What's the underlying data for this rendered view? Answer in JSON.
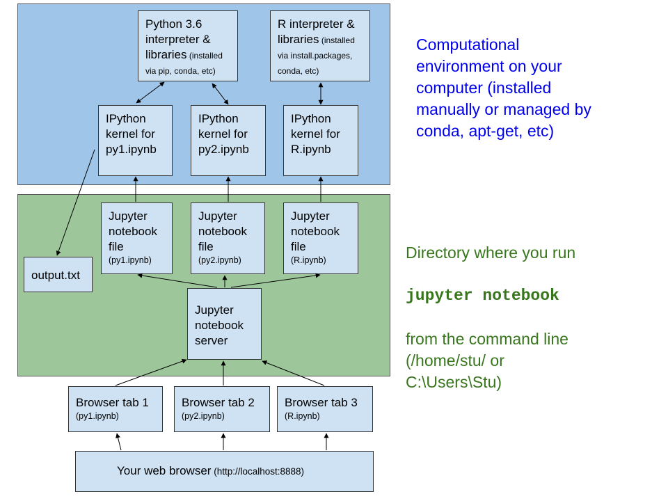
{
  "colors": {
    "env_region": "#9fc5e8",
    "dir_region": "#9dc79b",
    "box_fill": "#cfe2f3",
    "env_text": "#0000ee",
    "dir_text": "#38761d"
  },
  "env": {
    "python": {
      "line1": "Python 3.6",
      "line2": "interpreter &",
      "line3": "libraries",
      "note": " (installed via pip, conda, etc)"
    },
    "r": {
      "line1": "R interpreter &",
      "line2": "libraries",
      "note": " (installed via install.packages, conda, etc)"
    },
    "kernels": [
      {
        "label": "IPython\nkernel for\npy1.ipynb"
      },
      {
        "label": "IPython\nkernel for\npy2.ipynb"
      },
      {
        "label": "IPython\nkernel for\nR.ipynb"
      }
    ],
    "caption": "Computational\nenvironment on your\ncomputer (installed\nmanually or managed by\nconda, apt-get, etc)"
  },
  "dir": {
    "notebooks": [
      {
        "label": "Jupyter\nnotebook\nfile",
        "file": "(py1.ipynb)"
      },
      {
        "label": "Jupyter\nnotebook\nfile",
        "file": "(py2.ipynb)"
      },
      {
        "label": "Jupyter\nnotebook\nfile",
        "file": "(R.ipynb)"
      }
    ],
    "output": "output.txt",
    "server": "Jupyter\nnotebook\nserver",
    "caption_pre": "Directory where you run",
    "caption_code": "jupyter notebook",
    "caption_post": "from the command line\n(/home/stu/ or\nC:\\Users\\Stu)"
  },
  "browser": {
    "tabs": [
      {
        "label": "Browser tab 1",
        "file": "(py1.ipynb)"
      },
      {
        "label": "Browser tab 2",
        "file": "(py2.ipynb)"
      },
      {
        "label": "Browser tab 3",
        "file": "(R.ipynb)"
      }
    ],
    "web_label": "Your web browser",
    "web_url": " (http://localhost:8888)"
  }
}
